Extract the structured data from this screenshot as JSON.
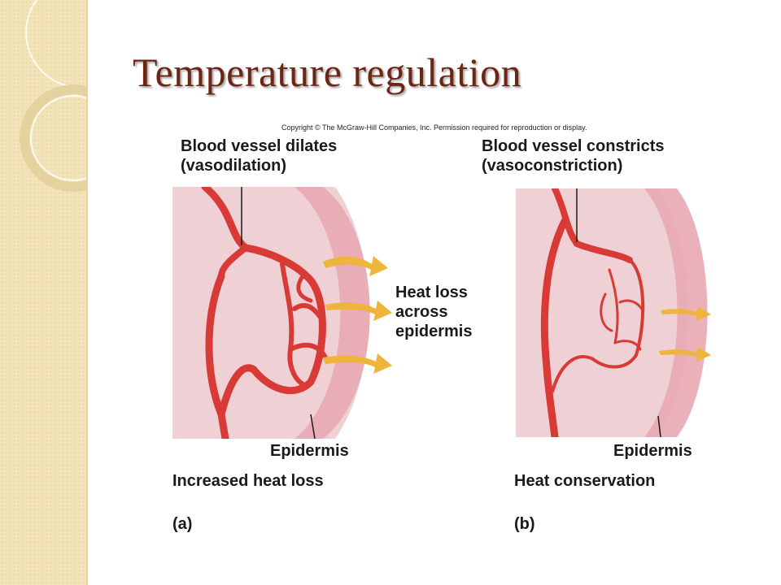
{
  "slide": {
    "title": "Temperature regulation",
    "copyright": "Copyright © The McGraw-Hill Companies, Inc. Permission required for reproduction or display."
  },
  "panel_a": {
    "heading_line1": "Blood vessel dilates",
    "heading_line2": "(vasodilation)",
    "heat_loss_line1": "Heat loss",
    "heat_loss_line2": "across",
    "heat_loss_line3": "epidermis",
    "epidermis": "Epidermis",
    "caption": "Increased heat loss",
    "letter": "(a)"
  },
  "panel_b": {
    "heading_line1": "Blood vessel constricts",
    "heading_line2": "(vasoconstriction)",
    "epidermis": "Epidermis",
    "caption": "Heat conservation",
    "letter": "(b)"
  },
  "colors": {
    "title": "#6b2616",
    "vessel": "#d83a35",
    "tissue": "#efd0d5",
    "epidermis": "#e8a8b4",
    "arrow": "#eeb43b",
    "sidebar": "#f3e3b9"
  }
}
